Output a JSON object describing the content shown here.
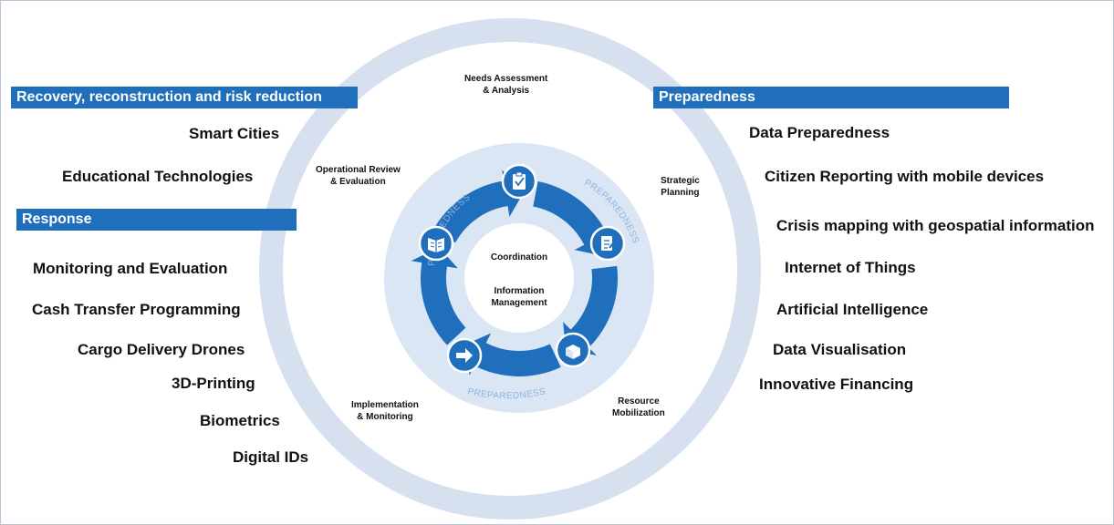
{
  "cycle": {
    "center": [
      "Coordination",
      "Information",
      "Management"
    ],
    "ring_label": "PREPAREDNESS",
    "steps": [
      {
        "key": "needs",
        "lines": [
          "Needs Assessment",
          "& Analysis"
        ],
        "icon": "clipboard-icon"
      },
      {
        "key": "strategic",
        "lines": [
          "Strategic",
          "Planning"
        ],
        "icon": "edit-document-icon"
      },
      {
        "key": "resource",
        "lines": [
          "Resource",
          "Mobilization"
        ],
        "icon": "box-icon"
      },
      {
        "key": "implementation",
        "lines": [
          "Implementation",
          "& Monitoring"
        ],
        "icon": "arrow-right-icon"
      },
      {
        "key": "review",
        "lines": [
          "Operational Review",
          "& Evaluation"
        ],
        "icon": "open-book-icon"
      }
    ]
  },
  "recovery": {
    "title": "Recovery, reconstruction and risk reduction",
    "items": [
      "Smart Cities",
      "Educational Technologies"
    ]
  },
  "response": {
    "title": "Response",
    "items": [
      "Monitoring and Evaluation",
      "Cash Transfer Programming",
      "Cargo Delivery Drones",
      "3D-Printing",
      "Biometrics",
      "Digital IDs"
    ]
  },
  "preparedness": {
    "title": "Preparedness",
    "items": [
      "Data Preparedness",
      "Citizen Reporting with mobile devices",
      "Crisis mapping with geospatial information",
      "Internet of Things",
      "Artificial Intelligence",
      "Data Visualisation",
      "Innovative Financing"
    ]
  },
  "colors": {
    "banner": "#1f6fbd",
    "outer_ring": "#d6e0ef",
    "inner_disc": "#dbe6f4",
    "arrow": "#1f6fbd",
    "icon_fill": "#1f6fbd"
  }
}
